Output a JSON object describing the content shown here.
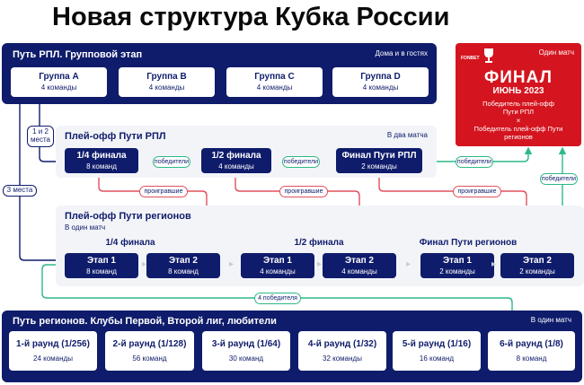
{
  "title": "Новая структура Кубка России",
  "rpl_group": {
    "title": "Путь РПЛ. Групповой этап",
    "note": "Дома и в гостях",
    "groups": [
      {
        "name": "Группа А",
        "teams": "4 команды"
      },
      {
        "name": "Группа В",
        "teams": "4 команды"
      },
      {
        "name": "Группа С",
        "teams": "4 команды"
      },
      {
        "name": "Группа D",
        "teams": "4 команды"
      }
    ]
  },
  "final": {
    "note": "Один матч",
    "logo_text": "FONBET",
    "title": "ФИНАЛ",
    "date": "ИЮНЬ 2023",
    "side_a": "Победитель плей-офф Пути РПЛ",
    "vs": "×",
    "side_b": "Победитель плей-офф Пути регионов"
  },
  "rpl_playoff": {
    "title": "Плей-офф Пути РПЛ",
    "note": "В два матча",
    "rounds": [
      {
        "name": "1/4 финала",
        "teams": "8 команд"
      },
      {
        "name": "1/2 финала",
        "teams": "4 команды"
      },
      {
        "name": "Финал Пути РПЛ",
        "teams": "2 команды"
      }
    ]
  },
  "regions_playoff": {
    "title": "Плей-офф Пути регионов",
    "note": "В один матч",
    "subtitles": [
      "1/4 финала",
      "1/2 финала",
      "Финал Пути регионов"
    ],
    "stages": [
      {
        "name": "Этап 1",
        "teams": "8 команд"
      },
      {
        "name": "Этап 2",
        "teams": "8 команд"
      },
      {
        "name": "Этап 1",
        "teams": "4 команды"
      },
      {
        "name": "Этап 2",
        "teams": "4 команды"
      },
      {
        "name": "Этап 1",
        "teams": "2 команды"
      },
      {
        "name": "Этап 2",
        "teams": "2 команды"
      }
    ]
  },
  "regions_path": {
    "title": "Путь регионов. Клубы Первой, Второй лиг, любители",
    "note": "В один матч",
    "rounds": [
      {
        "name": "1-й раунд (1/256)",
        "teams": "24 команды"
      },
      {
        "name": "2-й раунд (1/128)",
        "teams": "56 команд"
      },
      {
        "name": "3-й раунд (1/64)",
        "teams": "30 команд"
      },
      {
        "name": "4-й раунд (1/32)",
        "teams": "32 команды"
      },
      {
        "name": "5-й раунд (1/16)",
        "teams": "16 команд"
      },
      {
        "name": "6-й раунд (1/8)",
        "teams": "8 команд"
      }
    ]
  },
  "labels": {
    "places_1_2": "1 и 2 места",
    "places_3": "3 места",
    "winners": "победители",
    "losers": "проигравшие",
    "four_winners": "4 победителя"
  },
  "colors": {
    "navy": "#0f1c6b",
    "red": "#d4151f",
    "green": "#2db985",
    "loser_red": "#e0505e"
  }
}
